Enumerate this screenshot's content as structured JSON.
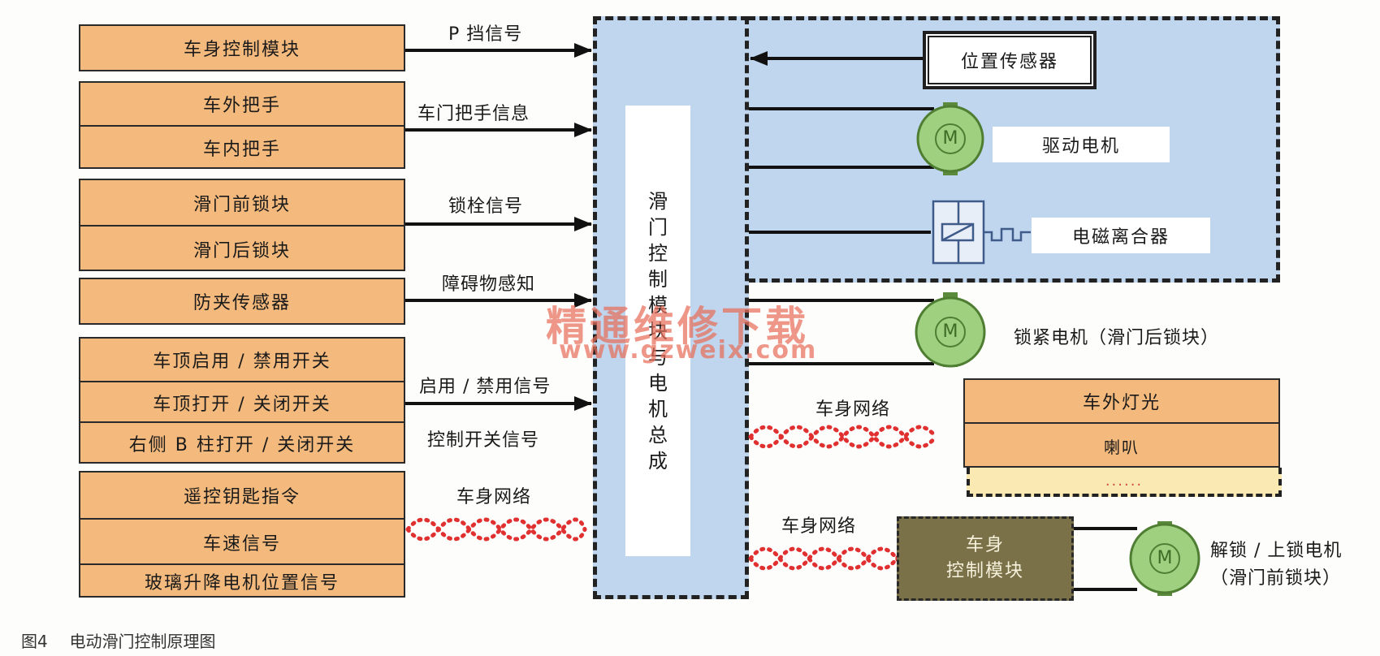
{
  "left_groups": [
    [
      "车身控制模块"
    ],
    [
      "车外把手",
      "车内把手"
    ],
    [
      "滑门前锁块",
      "滑门后锁块"
    ],
    [
      "防夹传感器"
    ],
    [
      "车顶启用 / 禁用开关",
      "车顶打开 / 关闭开关",
      "右侧 B 柱打开 / 关闭开关"
    ],
    [
      "遥控钥匙指令",
      "车速信号",
      "玻璃升降电机位置信号"
    ]
  ],
  "signals": {
    "p_gear": "P 挡信号",
    "door_handle": "车门把手信息",
    "latch": "锁栓信号",
    "obstacle": "障碍物感知",
    "enable": "启用 / 禁用信号",
    "switch": "控制开关信号",
    "net_left": "车身网络",
    "net_right_1": "车身网络",
    "net_right_2": "车身网络"
  },
  "center_module": [
    "滑",
    "门",
    "控",
    "制",
    "模",
    "块",
    "与",
    "电",
    "机",
    "总",
    "成"
  ],
  "right": {
    "position_sensor": "位置传感器",
    "drive_motor": "驱动电机",
    "clutch": "电磁离合器",
    "cinch_motor": "锁紧电机（滑门后锁块）",
    "ext_light": "车外灯光",
    "horn": "喇叭",
    "more": "......",
    "bcm_line1": "车身",
    "bcm_line2": "控制模块",
    "lock_motor_line1": "解锁 / 上锁电机",
    "lock_motor_line2": "（滑门前锁块）",
    "motor_letter": "M"
  },
  "watermark": {
    "line1": "精通维修下载",
    "line2": "www.gzweix.com"
  },
  "caption": {
    "num": "图4",
    "text": "电动滑门控制原理图"
  },
  "colors": {
    "orange": "#f4b97c",
    "blue": "#bfd6ee",
    "network_red": "#e03030",
    "motor_green": "#9ed080",
    "bcm_brown": "#7a7148"
  }
}
